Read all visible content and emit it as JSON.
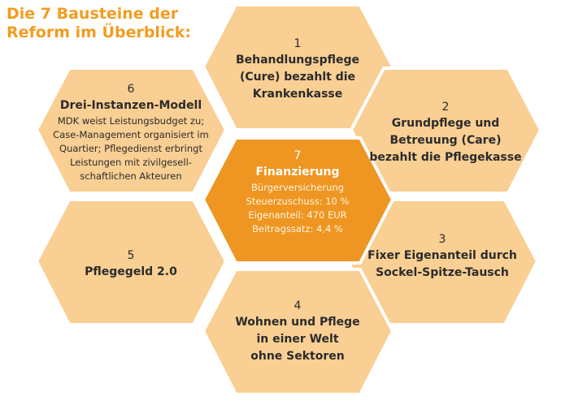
{
  "title": {
    "line1": "Die 7 Bausteine der",
    "line2": "Reform im Überblick:"
  },
  "colors": {
    "title": "#f29c1f",
    "hex_fill": "#f9cf93",
    "center_fill": "#ee9621",
    "border": "#ffffff"
  },
  "blocks": [
    {
      "number": "1",
      "label_lines": [
        "Behandlungspflege",
        "(Cure) bezahlt die",
        "Krankenkasse"
      ],
      "desc_lines": []
    },
    {
      "number": "2",
      "label_lines": [
        "Grundpflege und",
        "Betreuung (Care)",
        "bezahlt die Pflegekasse"
      ],
      "desc_lines": []
    },
    {
      "number": "3",
      "label_lines": [
        "Fixer Eigenanteil durch",
        "Sockel-Spitze-Tausch"
      ],
      "desc_lines": []
    },
    {
      "number": "4",
      "label_lines": [
        "Wohnen und Pflege",
        "in einer Welt",
        "ohne Sektoren"
      ],
      "desc_lines": []
    },
    {
      "number": "5",
      "label_lines": [
        "Pflegegeld 2.0"
      ],
      "desc_lines": []
    },
    {
      "number": "6",
      "label_lines": [
        "Drei-Instanzen-Modell"
      ],
      "desc_lines": [
        "MDK weist Leistungsbudget zu;",
        "Case-Management organisiert im",
        "Quartier; Pflegedienst erbringt",
        "Leistungen mit zivilgesell-",
        "schaftlichen Akteuren"
      ]
    },
    {
      "number": "7",
      "label_lines": [
        "Finanzierung"
      ],
      "desc_lines": [
        "Bürgerversicherung",
        "Steuerzuschuss: 10 %",
        "Eigenanteil: 470 EUR",
        "Beitragssatz: 4,4 %"
      ]
    }
  ]
}
